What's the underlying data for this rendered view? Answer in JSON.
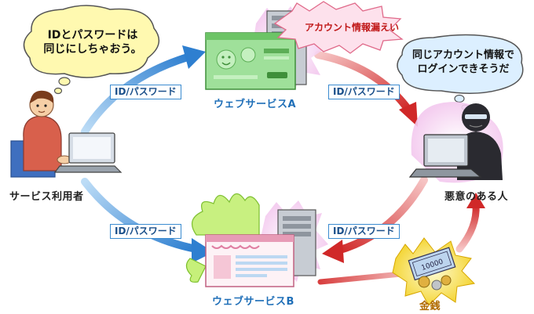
{
  "user_bubble": {
    "line1": "IDとパスワードは",
    "line2": "同じにしちゃおう。"
  },
  "attacker_bubble": {
    "line1": "同じアカウント情報で",
    "line2": "ログインできそうだ"
  },
  "leak_label": "アカウント情報漏えい",
  "service_a_label": "ウェブサービスA",
  "service_b_label": "ウェブサービスB",
  "user_label": "サービス利用者",
  "attacker_label": "悪意のある人",
  "money_label": "金銭",
  "credential_tag": "ID/パスワード",
  "icons": [
    "user-person-icon",
    "laptop-icon",
    "attacker-person-icon",
    "server-icon",
    "browser-window-icon",
    "money-icon",
    "explosion-icon",
    "fire-icon"
  ],
  "colors": {
    "blue_arrow": "#4a9be0",
    "red_arrow": "#d83838",
    "tag_border": "#3a8bd0",
    "leak_text": "#c01818"
  }
}
